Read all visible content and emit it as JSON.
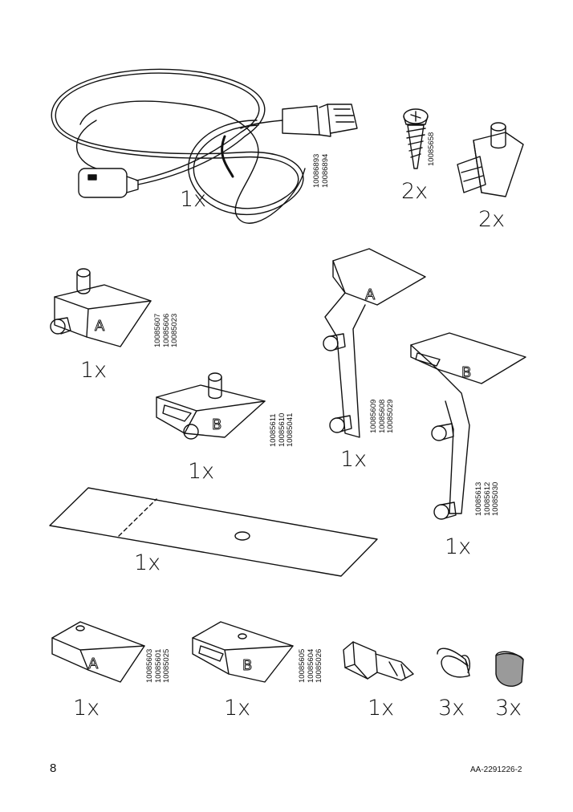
{
  "page": {
    "number": "8",
    "doc_id": "AA-2291226-2"
  },
  "parts": [
    {
      "id": "cable",
      "qty": "1x",
      "icon": "cable-icon",
      "codes": [
        "10086893",
        "10086894"
      ]
    },
    {
      "id": "screw",
      "qty": "2x",
      "icon": "screw-icon",
      "codes": [
        "10085658"
      ]
    },
    {
      "id": "pin-clip",
      "qty": "2x",
      "icon": "pin-clip-icon",
      "codes": []
    },
    {
      "id": "bracket-a-small",
      "qty": "1x",
      "icon": "bracket-a-icon",
      "letter": "A",
      "codes": [
        "10085607",
        "10085606",
        "10085023"
      ]
    },
    {
      "id": "bracket-b-small",
      "qty": "1x",
      "icon": "bracket-b-icon",
      "letter": "B",
      "codes": [
        "10085611",
        "10085610",
        "10085041"
      ]
    },
    {
      "id": "long-bracket-a",
      "qty": "1x",
      "icon": "long-bracket-a-icon",
      "letter": "A",
      "codes": [
        "10085609",
        "10085608",
        "10085029"
      ]
    },
    {
      "id": "long-bracket-b",
      "qty": "1x",
      "icon": "long-bracket-b-icon",
      "letter": "B",
      "codes": [
        "10085613",
        "10085612",
        "10085030"
      ]
    },
    {
      "id": "template-sheet",
      "qty": "1x",
      "icon": "template-sheet-icon",
      "codes": []
    },
    {
      "id": "bracket-a-plain",
      "qty": "1x",
      "icon": "bracket-a-plain-icon",
      "letter": "A",
      "codes": [
        "10085603",
        "10085601",
        "10085025"
      ]
    },
    {
      "id": "bracket-b-plain",
      "qty": "1x",
      "icon": "bracket-b-plain-icon",
      "letter": "B",
      "codes": [
        "10085605",
        "10085604",
        "10085026"
      ]
    },
    {
      "id": "screwdriver-bit",
      "qty": "1x",
      "icon": "screwdriver-bit-icon",
      "codes": []
    },
    {
      "id": "clip-cap",
      "qty": "3x",
      "icon": "clip-cap-icon",
      "codes": []
    },
    {
      "id": "cover-cap",
      "qty": "3x",
      "icon": "cover-cap-icon",
      "codes": []
    }
  ]
}
